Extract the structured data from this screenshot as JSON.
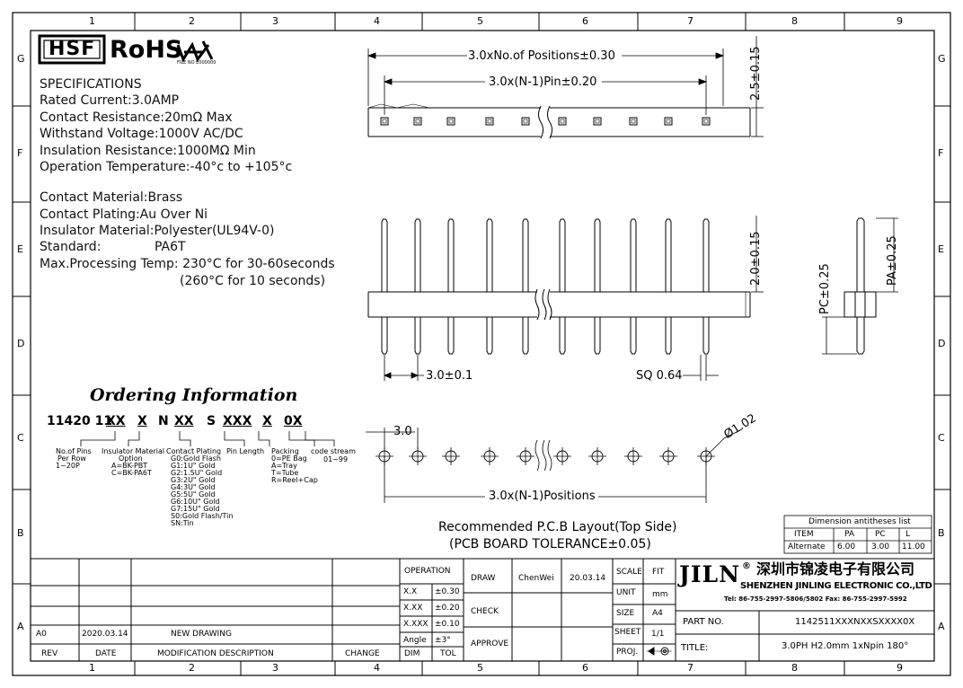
{
  "zones": {
    "columns": [
      "1",
      "2",
      "3",
      "4",
      "5",
      "6",
      "7",
      "8",
      "9"
    ],
    "rows": [
      "G",
      "F",
      "E",
      "D",
      "C",
      "B",
      "A"
    ]
  },
  "logos": {
    "hsf": "HSF",
    "rohs": "RoHS",
    "ul_file": "FILE NO E000000"
  },
  "specifications": {
    "heading": "SPECIFICATIONS",
    "lines": [
      "Rated Current:3.0AMP",
      "Contact Resistance:20mΩ Max",
      "Withstand Voltage:1000V AC/DC",
      "Insulation Resistance:1000MΩ Min",
      "Operation Temperature:-40°c to +105°c"
    ],
    "materials": [
      "Contact Material:Brass",
      "Contact Plating:Au Over Ni",
      "Insulator Material:Polyester(UL94V-0)"
    ],
    "standard_label": "Standard:",
    "standard_value": "PA6T",
    "processing": "Max.Processing Temp: 230°C for 30-60seconds",
    "processing2": "(260°C for 10 seconds)"
  },
  "ordering": {
    "title": "Ordering Information",
    "code_prefix": "11420 11",
    "code_parts": [
      "XX",
      "X",
      "N",
      "XX",
      "S",
      "XXX",
      "X",
      "0X"
    ],
    "legend": {
      "pins": [
        "No.of Pins",
        "Per Row",
        "1~20P"
      ],
      "insulator": [
        "Insulator Material",
        "Option",
        "A=BK-PBT",
        "C=BK-PA6T"
      ],
      "plating": [
        "Contact Plating",
        "G0:Gold Flash",
        "G1:1U\" Gold",
        "G2:1.5U\" Gold",
        "G3:2U\" Gold",
        "G4:3U\" Gold",
        "G5:5U\" Gold",
        "G6:10U\" Gold",
        "G7:15U\" Gold",
        "S0:Gold Flash/Tin",
        "SN:Tin"
      ],
      "pin_length": "Pin Length",
      "packing": [
        "Packing",
        "0=PE Bag",
        "A=Tray",
        "T=Tube",
        "R=Reel+Cap"
      ],
      "code_stream": [
        "code stream",
        "01~99"
      ]
    }
  },
  "dimensions": {
    "total_length": "3.0xNo.of Positions±0.30",
    "pin_span": "3.0x(N-1)Pin±0.20",
    "height_top": "2.5±0.15",
    "height_side": "2.0±0.15",
    "pitch": "3.0±0.1",
    "sq": "SQ 0.64",
    "pc": "PC±0.25",
    "pa": "PA±0.25",
    "pcb_pitch": "3.0",
    "pcb_hole": "Ø1.02",
    "pcb_positions": "3.0x(N-1)Positions"
  },
  "pcb_note": {
    "line1": "Recommended P.C.B Layout(Top Side)",
    "line2": "(PCB BOARD TOLERANCE±0.05)"
  },
  "dimension_list": {
    "title": "Dimension antitheses list",
    "headers": [
      "ITEM",
      "PA",
      "PC",
      "L"
    ],
    "row": [
      "Alternate",
      "6.00",
      "3.00",
      "11.00"
    ]
  },
  "title_block": {
    "revision": {
      "rev": "A0",
      "date": "2020.03.14",
      "description": "NEW DRAWING"
    },
    "rev_headers": {
      "rev": "REV",
      "date": "DATE",
      "desc": "MODIFICATION DESCRIPTION",
      "change": "CHANGE"
    },
    "operation": "OPERATION",
    "tolerances": [
      [
        "X.X",
        "±0.30"
      ],
      [
        "X.XX",
        "±0.20"
      ],
      [
        "X.XXX",
        "±0.10"
      ],
      [
        "Angle",
        "±3°"
      ]
    ],
    "tol_headers": [
      "DIM",
      "TOL"
    ],
    "draw": "DRAW",
    "drawer": "ChenWei",
    "draw_date": "20.03.14",
    "check": "CHECK",
    "approve": "APPROVE",
    "scale_label": "SCALE",
    "scale": "FIT",
    "unit_label": "UNIT",
    "unit": "mm",
    "size_label": "SIZE",
    "size": "A4",
    "sheet_label": "SHEET",
    "sheet": "1/1",
    "proj_label": "PROJ.",
    "company_logo": "JILN",
    "company_cn": "深圳市锦凌电子有限公司",
    "company_en": "SHENZHEN JINLING ELECTRONIC CO.,LTD",
    "contact": "Tel: 86-755-2997-5806/5802 Fax: 86-755-2997-5992",
    "part_no_label": "PART NO.",
    "part_no": "1142511XXXNXXSXXXX0X",
    "title_label": "TITLE:",
    "title": "3.0PH H2.0mm 1xNpin 180°"
  }
}
